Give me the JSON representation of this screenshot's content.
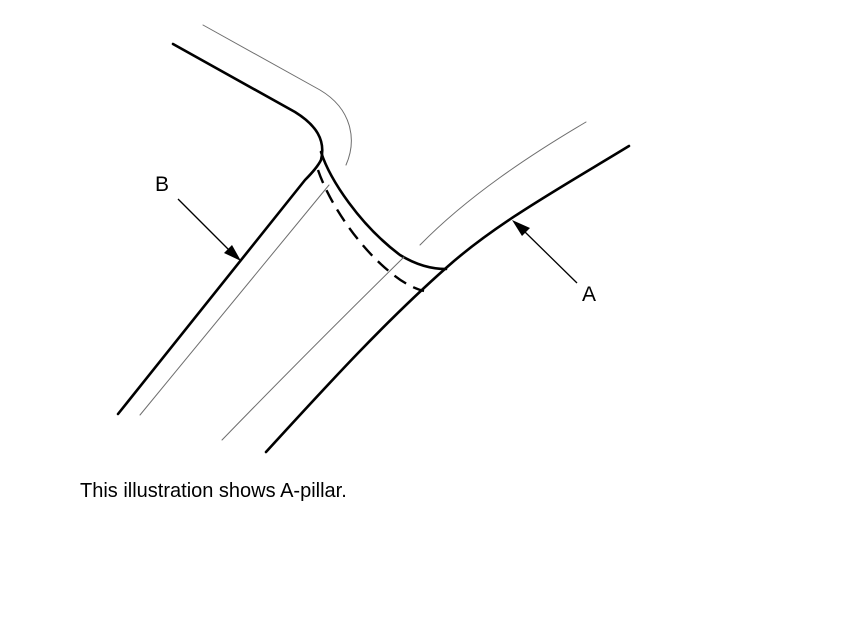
{
  "diagram": {
    "callouts": {
      "a": "A",
      "b": "B"
    },
    "caption": "This illustration shows A-pillar."
  },
  "colors": {
    "line": "#000000",
    "thin_line": "#6e6e6e",
    "background": "#ffffff"
  }
}
